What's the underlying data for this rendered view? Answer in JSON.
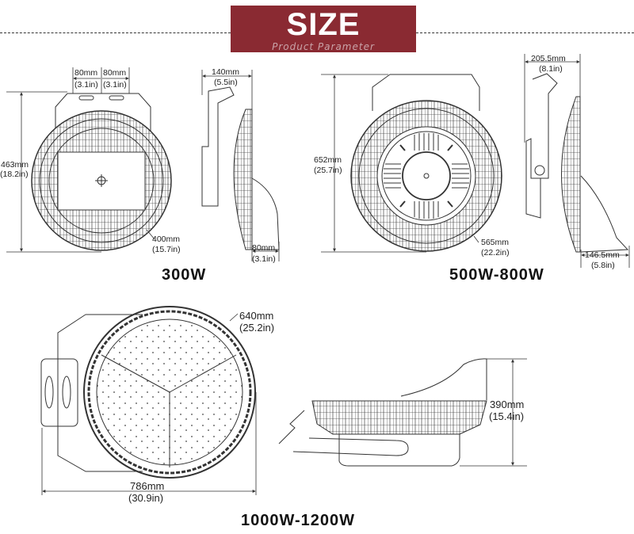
{
  "header": {
    "title": "SIZE",
    "subtitle": "Product Parameter",
    "banner_color": "#8a2a32"
  },
  "models": [
    {
      "name": "300W",
      "dimensions": {
        "bracket_spacing_left": {
          "mm": "80mm",
          "in": "(3.1in)"
        },
        "bracket_spacing_right": {
          "mm": "80mm",
          "in": "(3.1in)"
        },
        "height": {
          "mm": "463mm",
          "in": "(18.2in)"
        },
        "diameter": {
          "mm": "400mm",
          "in": "(15.7in)"
        },
        "side_depth": {
          "mm": "140mm",
          "in": "(5.5in)"
        },
        "body_depth": {
          "mm": "80mm",
          "in": "(3.1in)"
        }
      }
    },
    {
      "name": "500W-800W",
      "dimensions": {
        "height": {
          "mm": "652mm",
          "in": "(25.7in)"
        },
        "diameter": {
          "mm": "565mm",
          "in": "(22.2in)"
        },
        "side_depth": {
          "mm": "205.5mm",
          "in": "(8.1in)"
        },
        "body_depth": {
          "mm": "146.5mm",
          "in": "(5.8in)"
        }
      }
    },
    {
      "name": "1000W-1200W",
      "dimensions": {
        "diameter": {
          "mm": "640mm",
          "in": "(25.2in)"
        },
        "width": {
          "mm": "786mm",
          "in": "(30.9in)"
        },
        "height": {
          "mm": "390mm",
          "in": "(15.4in)"
        }
      }
    }
  ]
}
